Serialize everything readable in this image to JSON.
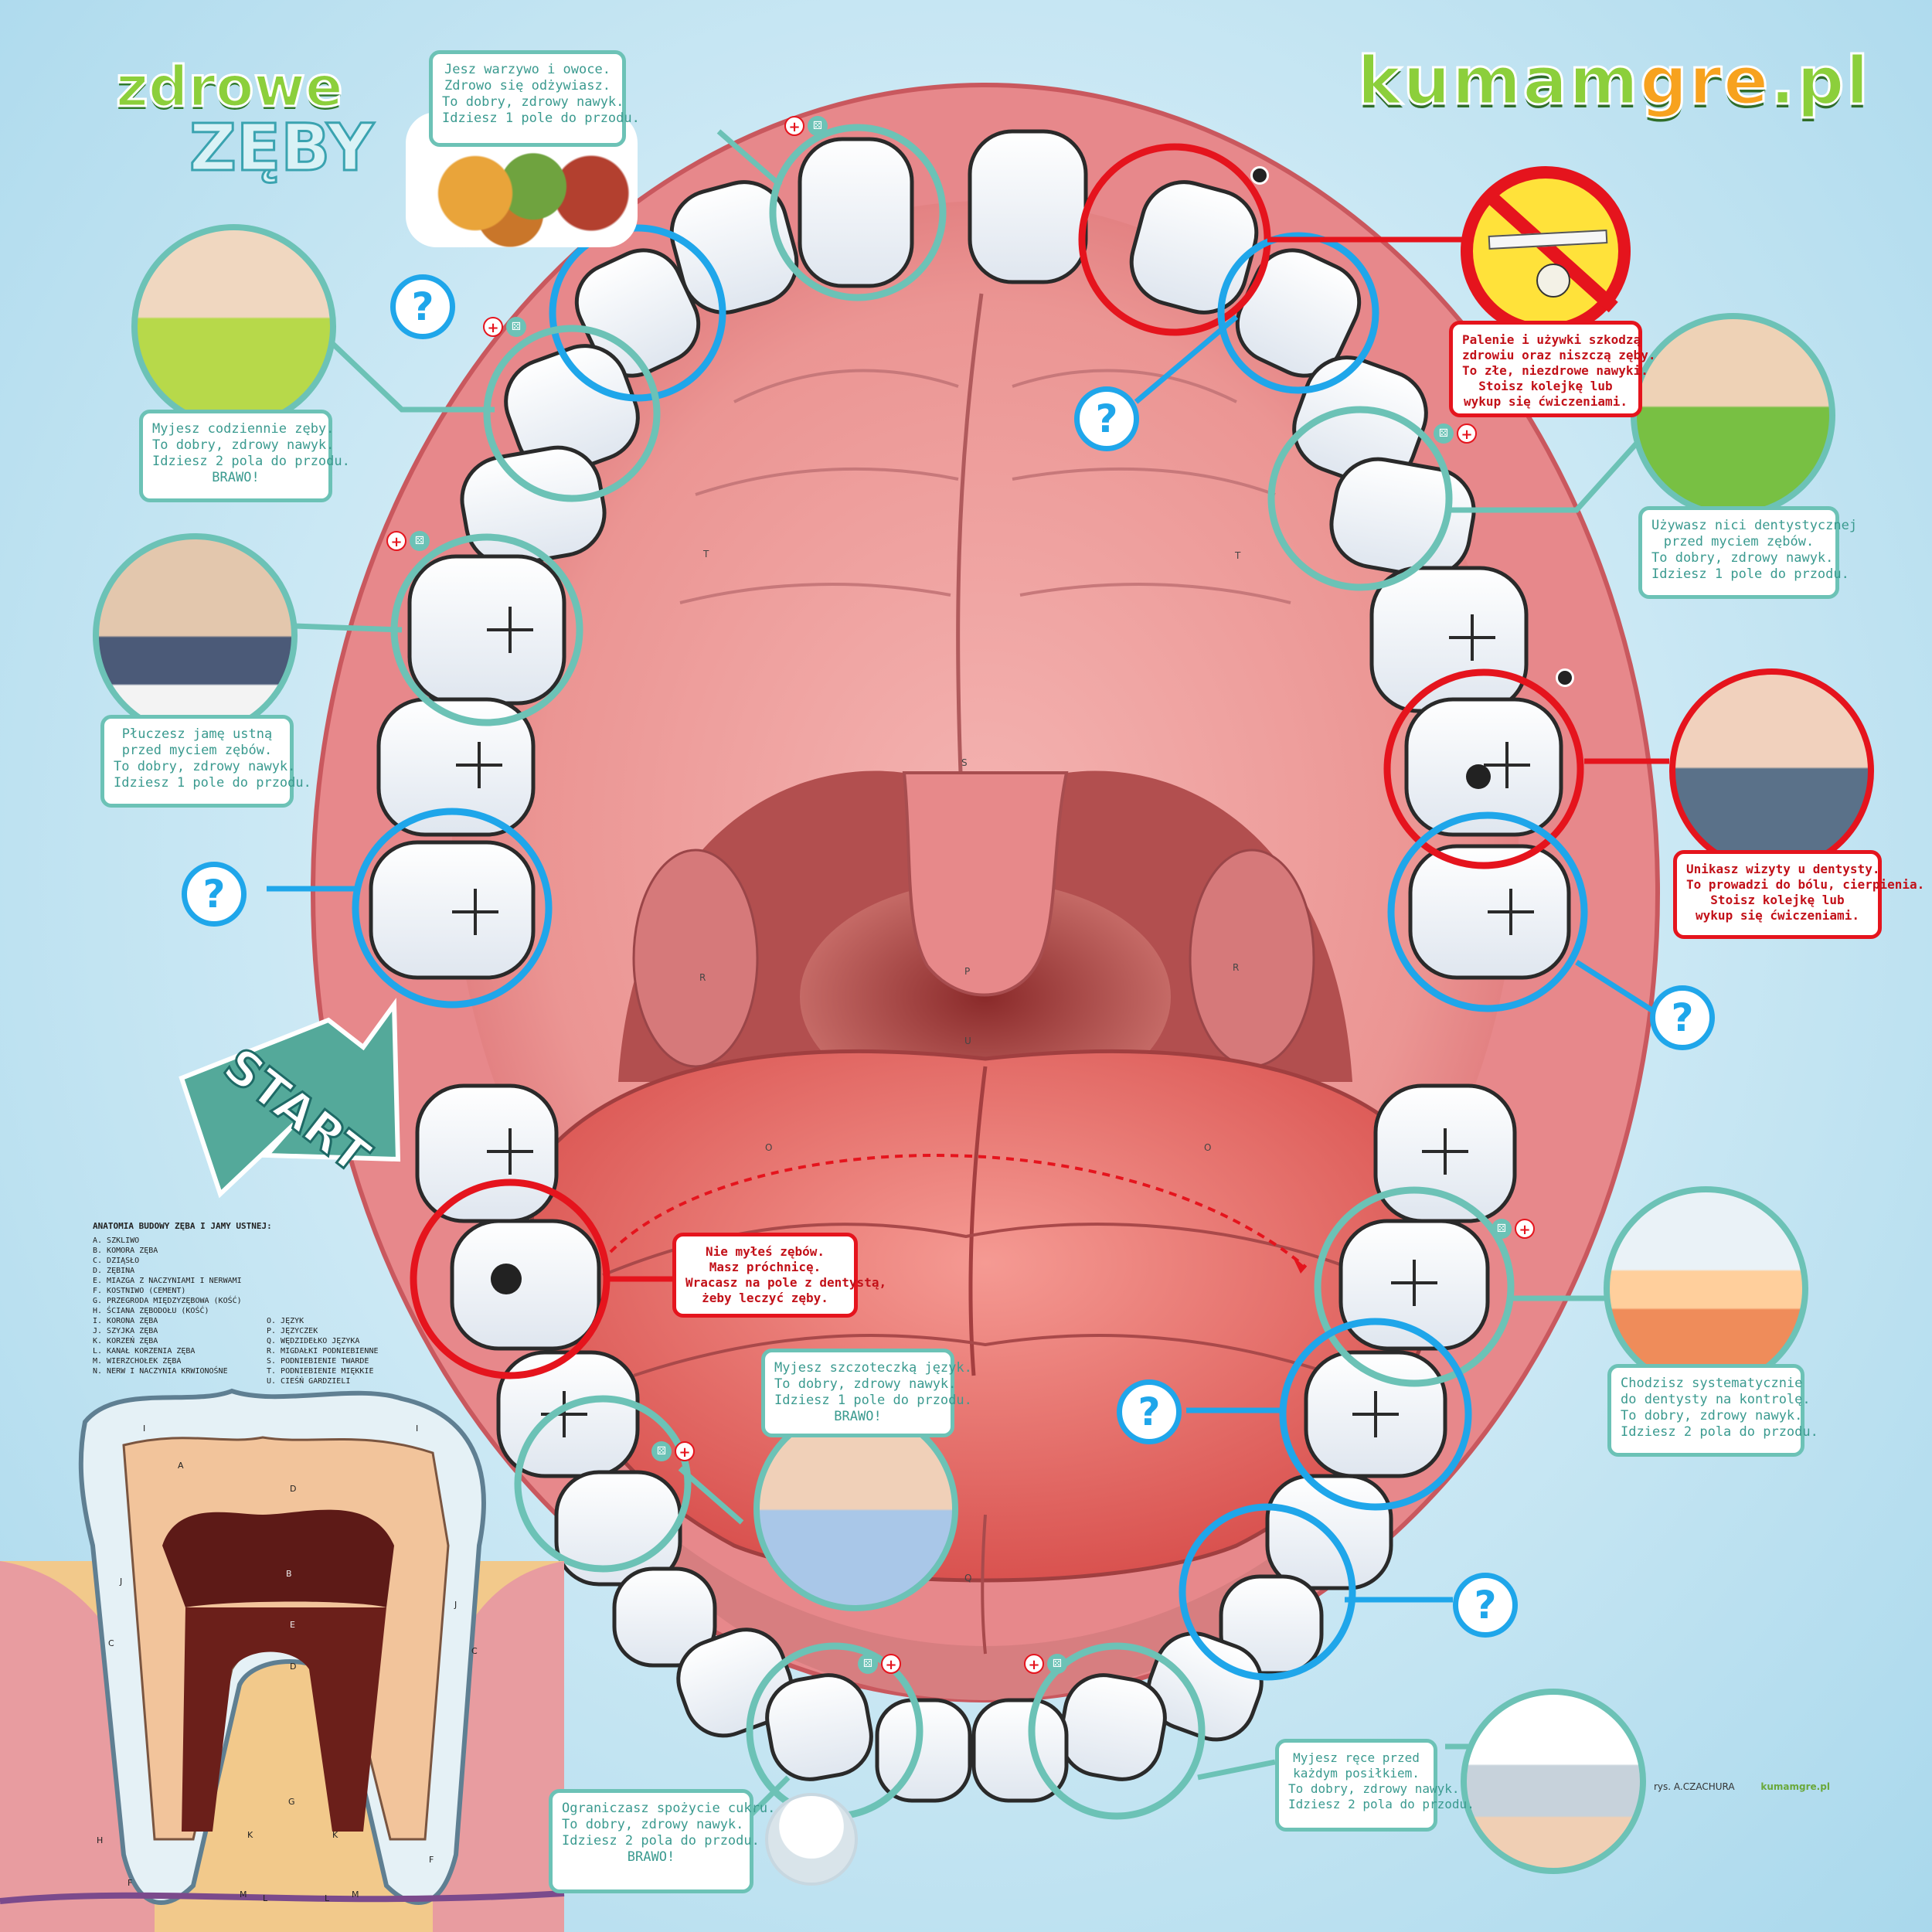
{
  "logos": {
    "left_line1": "zdrowe",
    "left_line2": "ZĘBY",
    "right_main": "kumam",
    "right_accent": "gre",
    "right_tld": ".pl"
  },
  "start_label": "START",
  "fields": {
    "vegetables": [
      "Jesz warzywo i owoce.",
      "Zdrowo się odżywiasz.",
      "To dobry, zdrowy nawyk.",
      "Idziesz 1 pole do przodu."
    ],
    "brush_daily": [
      "Myjesz codziennie zęby.",
      "To dobry, zdrowy nawyk.",
      "Idziesz 2 pola do przodu.",
      "BRAWO!"
    ],
    "rinse": [
      "Płuczesz jamę ustną",
      "przed myciem zębów.",
      "To dobry, zdrowy nawyk.",
      "Idziesz 1 pole do przodu."
    ],
    "smoking": [
      "Palenie i używki szkodzą",
      "zdrowiu oraz niszczą zęby.",
      "To złe, niezdrowe nawyki.",
      "Stoisz kolejkę lub",
      "wykup się ćwiczeniami."
    ],
    "floss": [
      "Używasz nici dentystycznej",
      "przed myciem zębów.",
      "To dobry, zdrowy nawyk.",
      "Idziesz 1 pole do przodu."
    ],
    "dentist_avoid": [
      "Unikasz wizyty u dentysty.",
      "To prowadzi do bólu, cierpienia.",
      "Stoisz kolejkę lub",
      "wykup się ćwiczeniami."
    ],
    "no_brush": [
      "Nie myłeś zębów.",
      "Masz próchnicę.",
      "Wracasz na pole z dentystą,",
      "żeby leczyć zęby."
    ],
    "tongue": [
      "Myjesz szczoteczką język.",
      "To dobry, zdrowy nawyk.",
      "Idziesz 1 pole do przodu.",
      "BRAWO!"
    ],
    "dentist_visit": [
      "Chodzisz systematycznie",
      "do dentysty na kontrolę.",
      "To dobry, zdrowy nawyk.",
      "Idziesz 2 pola do przodu."
    ],
    "sugar": [
      "Ograniczasz spożycie cukru.",
      "To dobry, zdrowy nawyk.",
      "Idziesz 2 pola do przodu.",
      "BRAWO!"
    ],
    "hands": [
      "Myjesz ręce przed",
      "każdym posiłkiem.",
      "To dobry, zdrowy nawyk.",
      "Idziesz 2 pola do przodu."
    ]
  },
  "question_mark": "?",
  "plus_symbol": "+",
  "anatomy": {
    "title": "ANATOMIA BUDOWY ZĘBA I JAMY USTNEJ:",
    "left": [
      "A. SZKLIWO",
      "B. KOMORA ZĘBA",
      "C. DZIĄSŁO",
      "D. ZĘBINA",
      "E. MIAZGA Z NACZYNIAMI I NERWAMI",
      "F. KOSTNIWO (CEMENT)",
      "G. PRZEGRODA MIĘDZYZĘBOWA (KOŚĆ)",
      "H. ŚCIANA ZĘBODOŁU (KOŚĆ)",
      "I. KORONA ZĘBA",
      "J. SZYJKA ZĘBA",
      "K. KORZEŃ ZĘBA",
      "L. KANAŁ KORZENIA ZĘBA",
      "M. WIERZCHOŁEK ZĘBA",
      "N. NERW I NACZYNIA KRWIONOŚNE"
    ],
    "right": [
      "O. JĘZYK",
      "P. JĘZYCZEK",
      "Q. WĘDZIDEŁKO JĘZYKA",
      "R. MIGDAŁKI PODNIEBIENNE",
      "S. PODNIEBIENIE TWARDE",
      "T. PODNIEBIENIE MIĘKKIE",
      "U. CIEŚŃ GARDZIELI"
    ]
  },
  "mouth_letters": [
    "T",
    "T",
    "S",
    "R",
    "R",
    "P",
    "U",
    "O",
    "O",
    "Q"
  ],
  "tooth_letters": [
    "A",
    "D",
    "B",
    "E",
    "D",
    "J",
    "J",
    "C",
    "C",
    "G",
    "H",
    "K",
    "K",
    "F",
    "F",
    "M",
    "M",
    "I",
    "I",
    "L",
    "L"
  ],
  "credit": "rys. A.CZACHURA",
  "credit_brand": "kumamgre.pl",
  "colors": {
    "good": "#6cc2b6",
    "bad": "#e5141d",
    "question": "#1fa6ea",
    "gum": "#e47f82",
    "background": "#cfeaf5"
  }
}
